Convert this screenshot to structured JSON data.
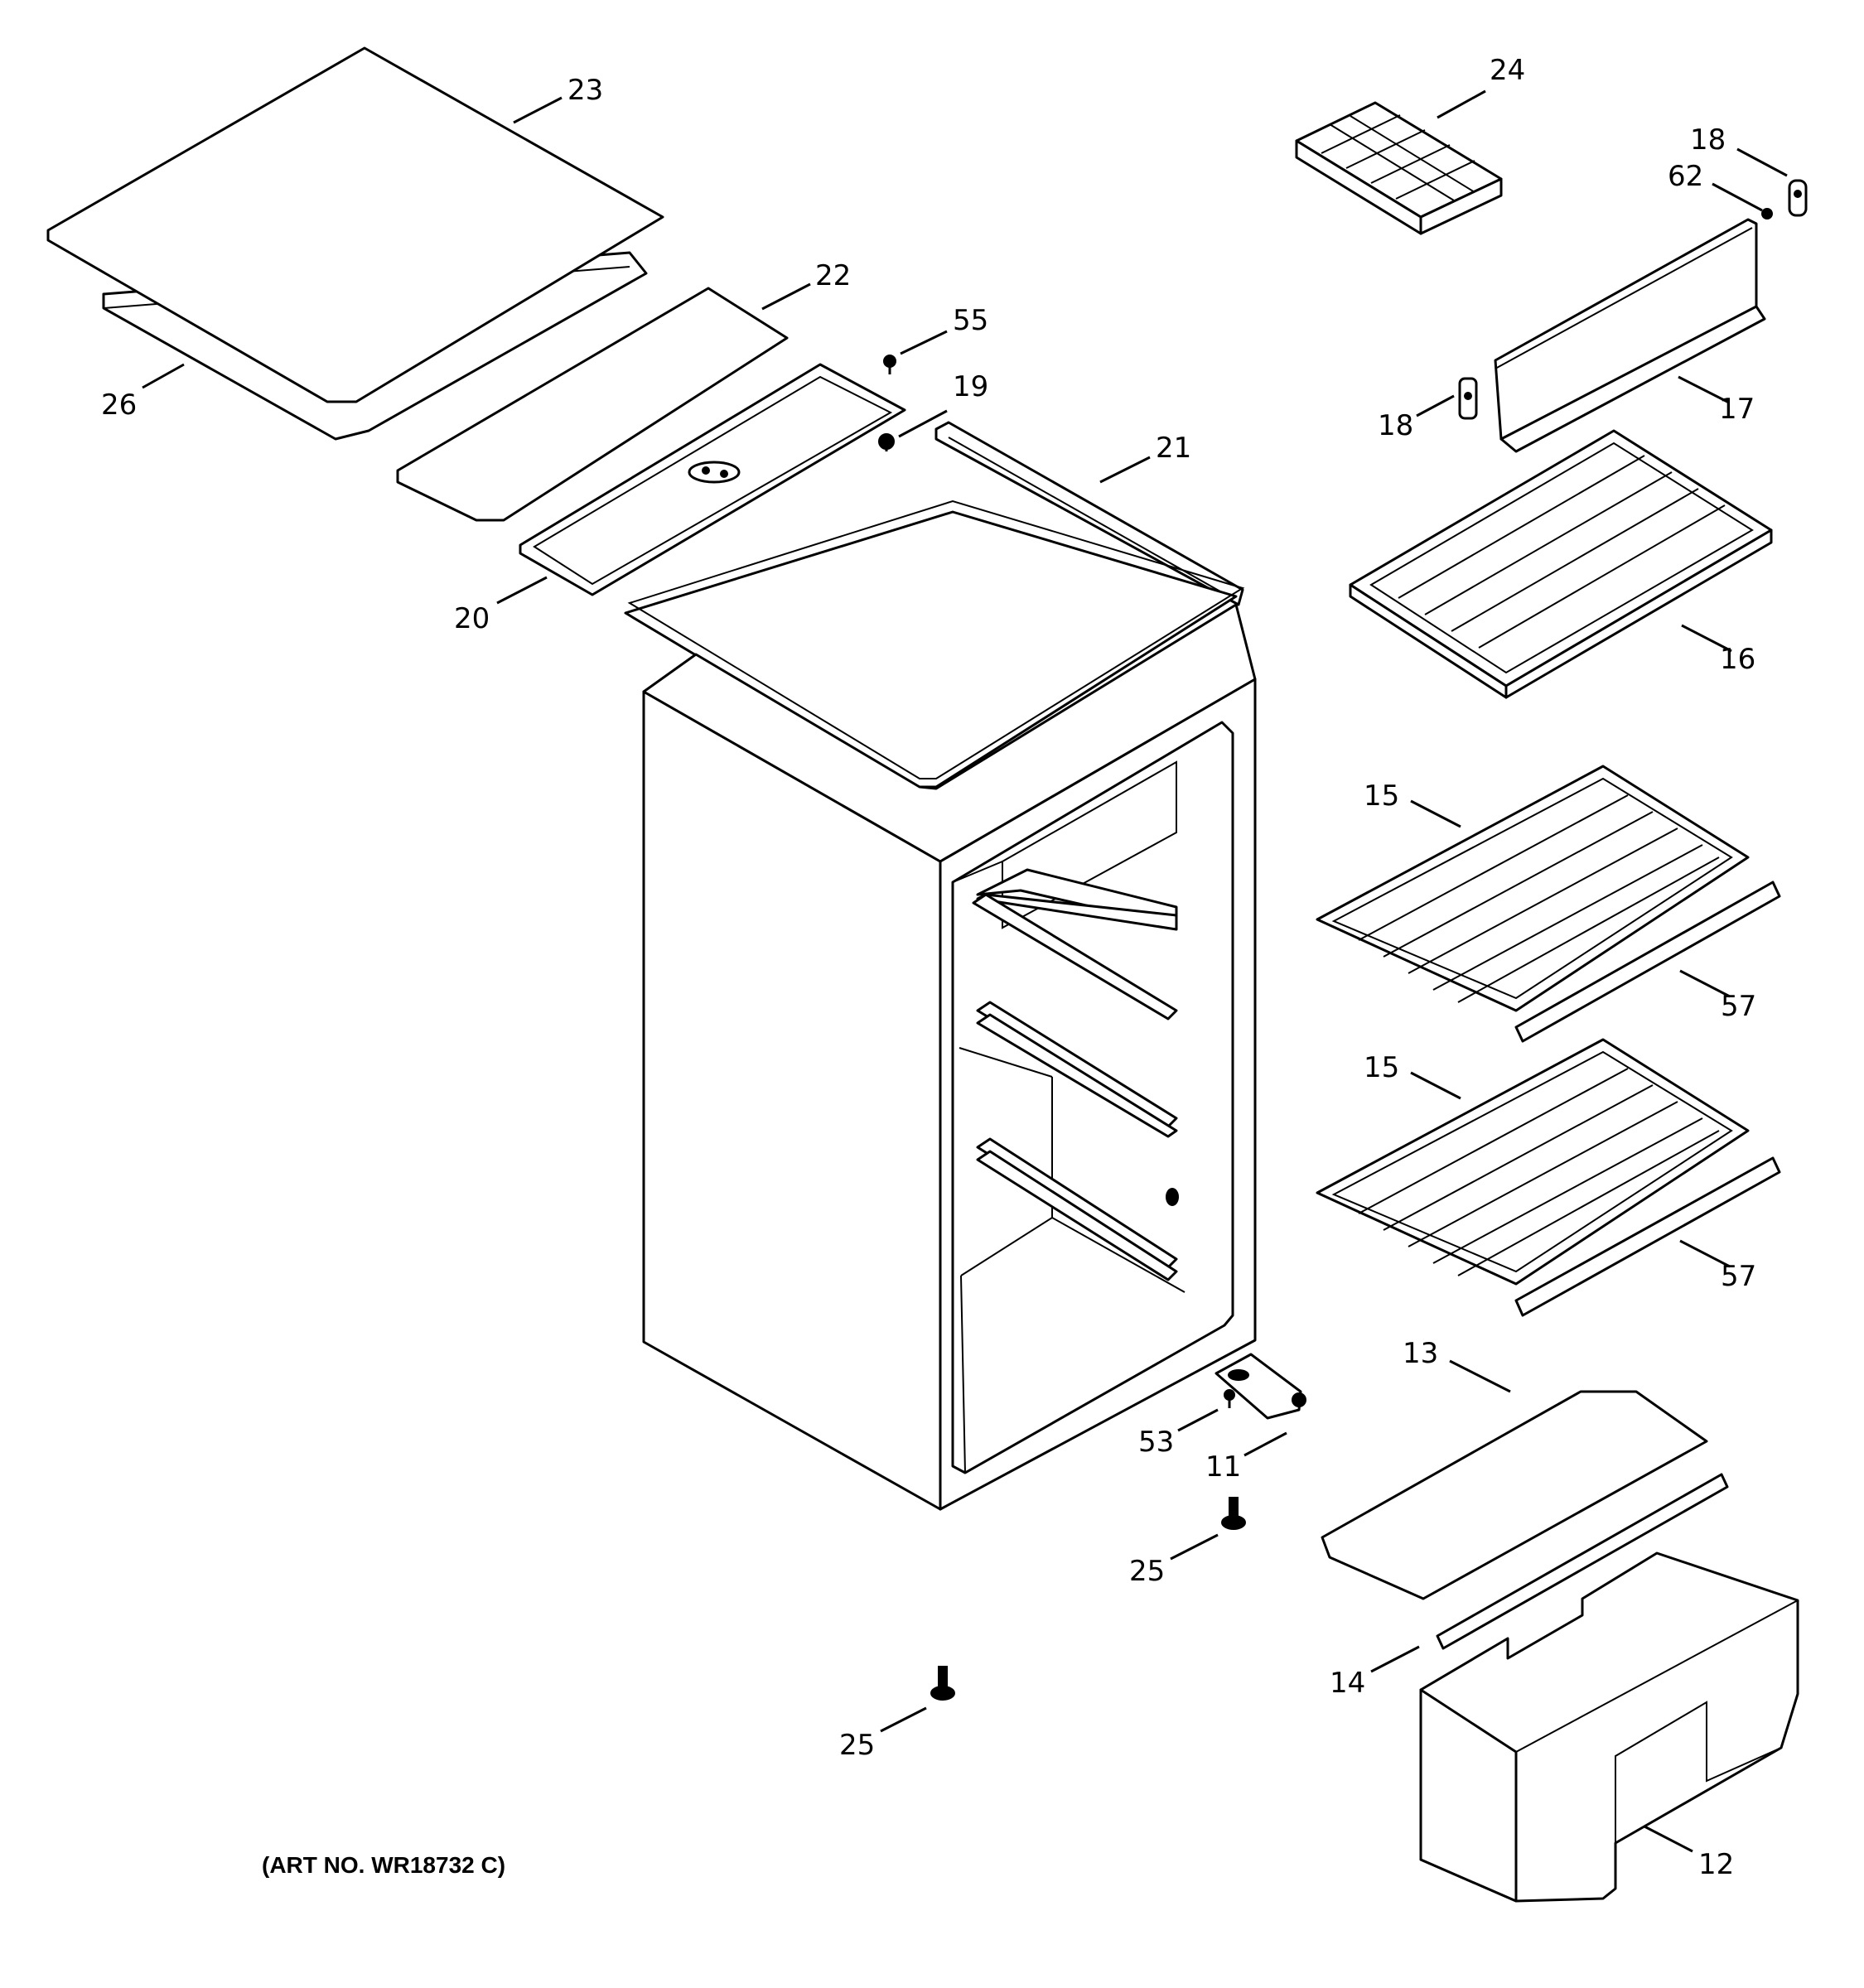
{
  "diagram": {
    "art_number": "(ART NO. WR18732 C)",
    "callouts": [
      {
        "id": "c23",
        "label": "23"
      },
      {
        "id": "c26",
        "label": "26"
      },
      {
        "id": "c22",
        "label": "22"
      },
      {
        "id": "c55",
        "label": "55"
      },
      {
        "id": "c19",
        "label": "19"
      },
      {
        "id": "c21",
        "label": "21"
      },
      {
        "id": "c20",
        "label": "20"
      },
      {
        "id": "c24",
        "label": "24"
      },
      {
        "id": "c18a",
        "label": "18"
      },
      {
        "id": "c62",
        "label": "62"
      },
      {
        "id": "c18b",
        "label": "18"
      },
      {
        "id": "c17",
        "label": "17"
      },
      {
        "id": "c16",
        "label": "16"
      },
      {
        "id": "c15a",
        "label": "15"
      },
      {
        "id": "c57a",
        "label": "57"
      },
      {
        "id": "c15b",
        "label": "15"
      },
      {
        "id": "c57b",
        "label": "57"
      },
      {
        "id": "c13",
        "label": "13"
      },
      {
        "id": "c53",
        "label": "53"
      },
      {
        "id": "c11",
        "label": "11"
      },
      {
        "id": "c25a",
        "label": "25"
      },
      {
        "id": "c14",
        "label": "14"
      },
      {
        "id": "c25b",
        "label": "25"
      },
      {
        "id": "c12",
        "label": "12"
      }
    ]
  }
}
